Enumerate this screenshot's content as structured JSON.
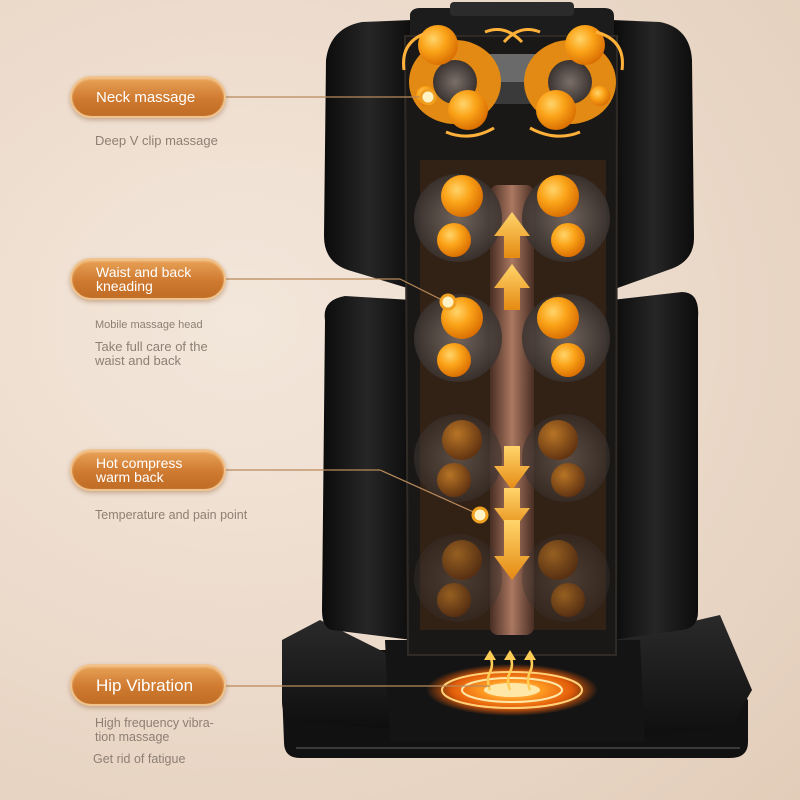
{
  "features": [
    {
      "label": "Neck massage",
      "captions": [
        "Deep V clip massage"
      ]
    },
    {
      "label": "Waist and back\nkneading",
      "captions": [
        "Mobile massage head",
        "Take full care of the\nwaist and back"
      ]
    },
    {
      "label": "Hot compress\nwarm back",
      "captions": [
        "Temperature and pain point"
      ]
    },
    {
      "label": "Hip Vibration",
      "captions": [
        "High frequency vibra-\ntion massage",
        "Get rid of fatigue"
      ]
    }
  ],
  "colors": {
    "accent": "#d1802f",
    "ball": "#f39a10",
    "seat": "#151515",
    "line": "#b98a5a",
    "caption": "#8d7f74"
  }
}
